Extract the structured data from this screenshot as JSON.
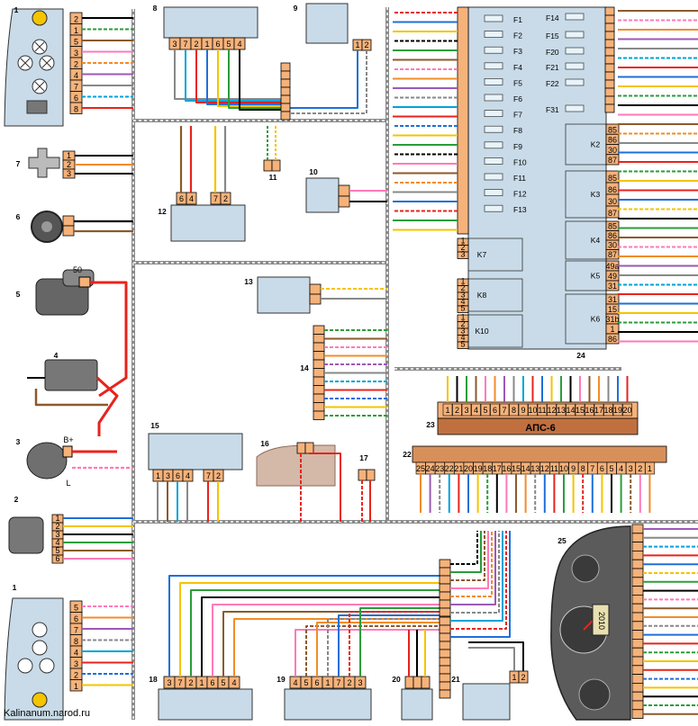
{
  "watermark": "Kalinanum.narod.ru",
  "component_numbers": [
    "1",
    "2",
    "3",
    "4",
    "5",
    "6",
    "7",
    "8",
    "9",
    "10",
    "11",
    "12",
    "13",
    "14",
    "15",
    "16",
    "17",
    "18",
    "19",
    "20",
    "21",
    "22",
    "23",
    "24",
    "25",
    "1"
  ],
  "fuse_labels_left": [
    "F1",
    "F2",
    "F3",
    "F4",
    "F5",
    "F6",
    "F7",
    "F8",
    "F9",
    "F10",
    "F11",
    "F12",
    "F13"
  ],
  "fuse_labels_right": [
    "F14",
    "F15",
    "F20",
    "F21",
    "F22",
    "F31"
  ],
  "relays": [
    "K2",
    "K3",
    "K4",
    "K5",
    "K6",
    "K7",
    "K8",
    "K10"
  ],
  "relay_pins": {
    "k2": [
      "85",
      "86",
      "30",
      "87"
    ],
    "k3": [
      "85",
      "86",
      "30",
      "87"
    ],
    "k4": [
      "85",
      "86",
      "30",
      "87"
    ],
    "k5": [
      "49a",
      "49",
      "31"
    ],
    "k6": [
      "31",
      "15",
      "31b",
      "1",
      "86"
    ]
  },
  "fusebox_left_pins": [
    "1",
    "2",
    "3",
    "4",
    "5",
    "1",
    "2",
    "3",
    "4",
    "5"
  ],
  "aps_label": "АПС-6",
  "aps_pins": [
    "1",
    "2",
    "3",
    "4",
    "5",
    "6",
    "7",
    "8",
    "9",
    "10",
    "11",
    "12",
    "13",
    "14",
    "15",
    "16",
    "17",
    "18",
    "19",
    "20"
  ],
  "ecu_pins": [
    "25",
    "24",
    "23",
    "22",
    "21",
    "20",
    "19",
    "18",
    "17",
    "16",
    "15",
    "14",
    "13",
    "12",
    "11",
    "10",
    "9",
    "8",
    "7",
    "6",
    "5",
    "4",
    "3",
    "2",
    "1"
  ],
  "gen_labels": {
    "bplus": "B+",
    "l": "L"
  },
  "starter_label": "50",
  "gauge_text": "2010",
  "pin_rows": {
    "c8": [
      "3",
      "7",
      "2",
      "1",
      "6",
      "5",
      "4"
    ],
    "c9": [
      "1",
      "2"
    ],
    "c12a": [
      "6",
      "4"
    ],
    "c12b": [
      "7",
      "2"
    ],
    "c15a": [
      "1",
      "3",
      "6",
      "4"
    ],
    "c15b": [
      "7",
      "2"
    ],
    "c18": [
      "3",
      "7",
      "2",
      "1",
      "6",
      "5",
      "4"
    ],
    "c19": [
      "4",
      "5",
      "6",
      "1",
      "7",
      "2",
      "3"
    ],
    "c21": [
      "1",
      "2"
    ],
    "c1top": [
      "2",
      "1",
      "5",
      "3",
      "2",
      "4",
      "7",
      "6",
      "8"
    ],
    "c1bot": [
      "5",
      "6",
      "7",
      "8",
      "4",
      "3",
      "2",
      "1"
    ],
    "c7": [
      "1",
      "2",
      "3"
    ],
    "c2": [
      "1",
      "2",
      "3",
      "4",
      "5",
      "6"
    ]
  },
  "colors": {
    "frame": "#9a9a9a",
    "pin": "#f5b27a",
    "box": "#c9dbe8",
    "fuse": "#a9d6ea",
    "ecu": "#d8905a",
    "aps": "#c0703f",
    "red": "#e8231c"
  }
}
